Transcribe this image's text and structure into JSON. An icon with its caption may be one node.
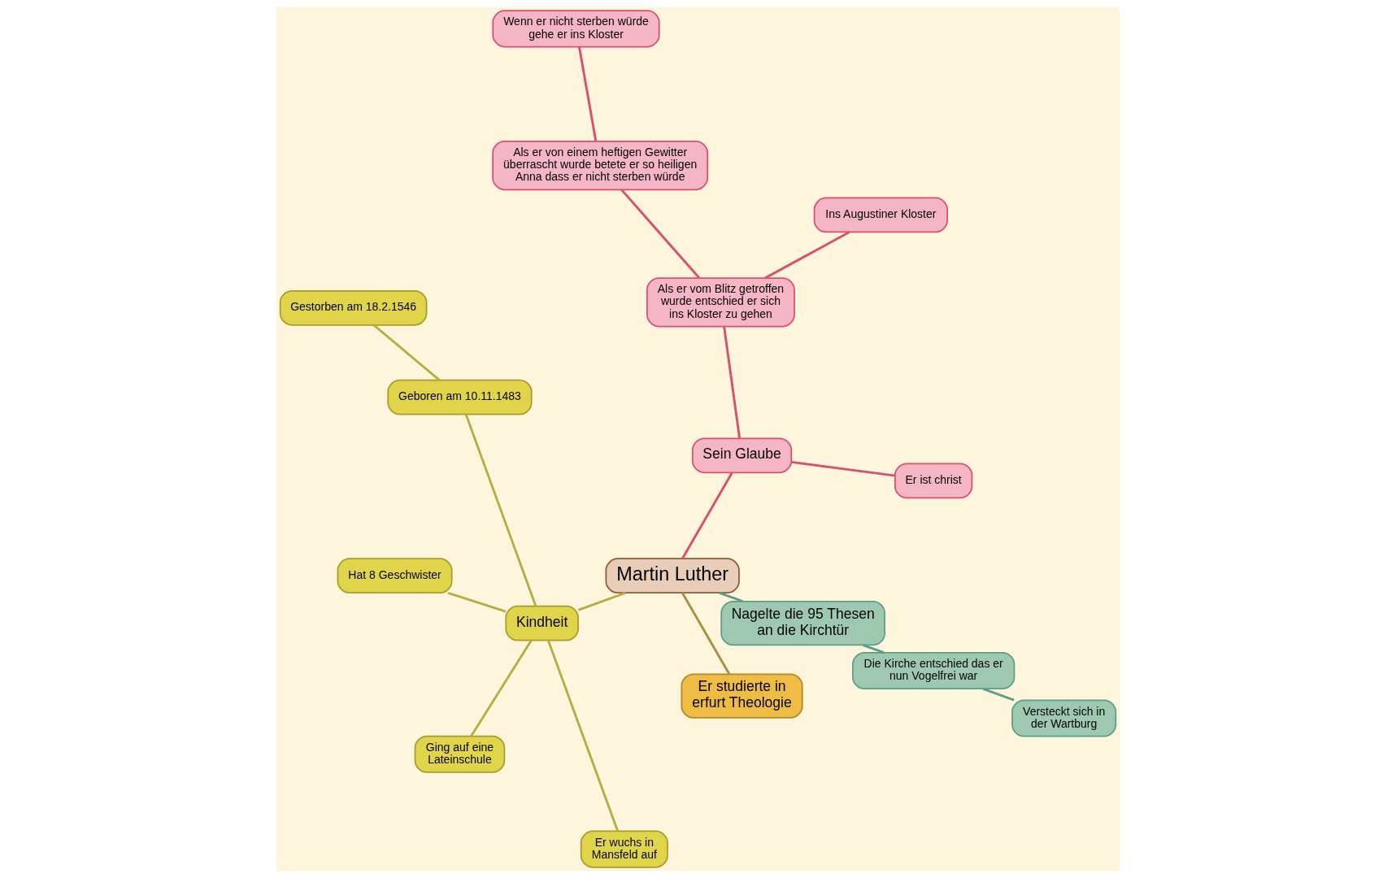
{
  "diagram": {
    "nodes": [
      {
        "text": [
          "Martin Luther"
        ]
      },
      {
        "text": [
          "Sein Glaube"
        ]
      },
      {
        "text": [
          "Er ist christ"
        ]
      },
      {
        "text": [
          "Als er vom Blitz getroffen wurde entschied er sich ins Kloster zu gehen"
        ]
      },
      {
        "text": [
          "Ins Augustiner Kloster"
        ]
      },
      {
        "text": [
          "Als er von einem heftigen Gewitter überrascht wurde betete er so heiligen Anna dass er nicht sterben würde"
        ]
      },
      {
        "text": [
          "Wenn er nicht sterben würde gehe er ins Kloster"
        ]
      },
      {
        "text": [
          "Kindheit"
        ]
      },
      {
        "text": [
          "Geboren am 10.11.1483"
        ]
      },
      {
        "text": [
          "Gestorben am 18.2.1546"
        ]
      },
      {
        "text": [
          "Hat 8 Geschwister"
        ]
      },
      {
        "text": [
          "Ging auf eine Lateinschule"
        ]
      },
      {
        "text": [
          "Er wuchs in Mansfeld auf"
        ]
      },
      {
        "text": [
          "Er studierte in erfurt Theologie"
        ]
      },
      {
        "text": [
          "Nagelte die 95 Thesen an die Kirchtür"
        ]
      },
      {
        "text": [
          "Versteckt sich in der Wartburg"
        ]
      },
      {
        "text": [
          "Die Kirche entschied das er nun Vogelfrei war"
        ]
      }
    ],
    "edges": [
      {
        "from": 0,
        "to": 1,
        "arrow": "none",
        "color": "#d9506e"
      },
      {
        "from": 1,
        "to": 2,
        "arrow": "none",
        "color": "#d9506e"
      },
      {
        "from": 1,
        "to": 3,
        "arrow": "none",
        "color": "#d9506e"
      },
      {
        "from": 3,
        "to": 4,
        "arrow": "none",
        "color": "#d9506e"
      },
      {
        "from": 3,
        "to": 5,
        "arrow": "none",
        "color": "#d9506e"
      },
      {
        "from": 5,
        "to": 6,
        "arrow": "none",
        "color": "#d9506e"
      },
      {
        "from": 0,
        "to": 7,
        "arrow": "none",
        "color": "#b5ad45"
      },
      {
        "from": 7,
        "to": 8,
        "arrow": "none",
        "color": "#b5ad45"
      },
      {
        "from": 8,
        "to": 9,
        "arrow": "none",
        "color": "#b5ad45"
      },
      {
        "from": 7,
        "to": 10,
        "arrow": "none",
        "color": "#b5ad45"
      },
      {
        "from": 7,
        "to": 11,
        "arrow": "none",
        "color": "#b5ad45"
      },
      {
        "from": 7,
        "to": 12,
        "arrow": "none",
        "color": "#b5ad45"
      },
      {
        "from": 0,
        "to": 13,
        "arrow": "none",
        "color": "#a89040"
      },
      {
        "from": 0,
        "to": 14,
        "arrow": "none",
        "color": "#5e9e88"
      },
      {
        "from": 14,
        "to": 16,
        "arrow": "none",
        "color": "#5e9e88"
      },
      {
        "from": 16,
        "to": 15,
        "arrow": "none",
        "color": "#5e9e88"
      }
    ]
  }
}
